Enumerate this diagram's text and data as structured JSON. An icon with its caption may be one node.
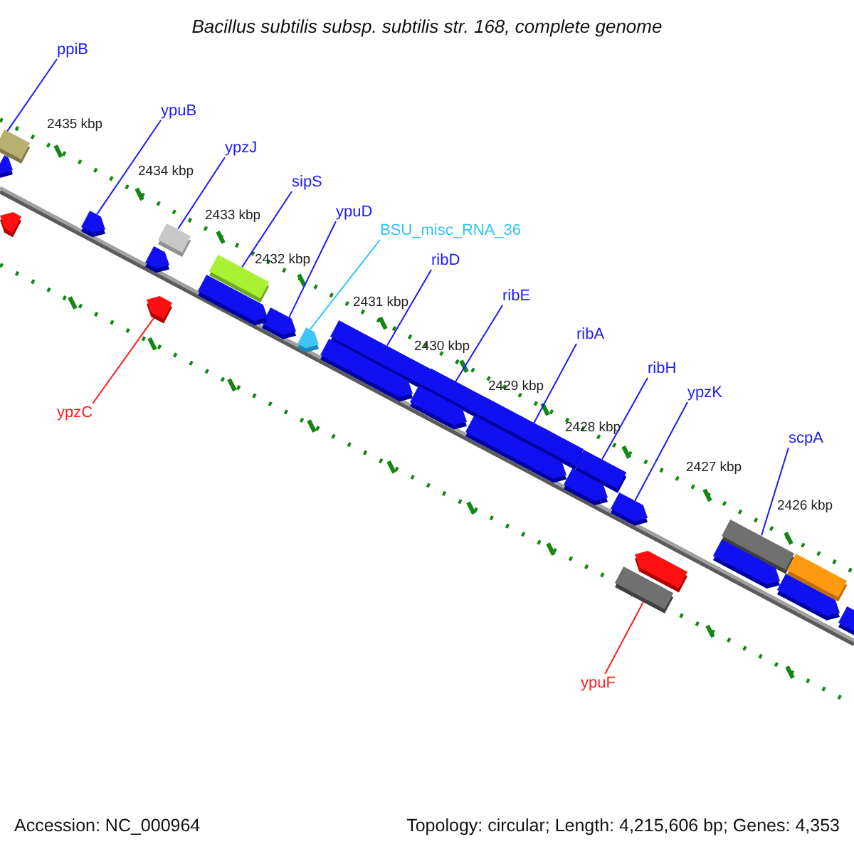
{
  "diagram": {
    "title": "Bacillus subtilis subsp. subtilis str. 168, complete genome",
    "nodes": [
      {
        "text": [
          "ppiB"
        ]
      },
      {
        "text": [],
        "shape": "bar"
      },
      {
        "text": [
          "ypuB"
        ]
      },
      {
        "text": [],
        "shape": "pentagon"
      },
      {
        "text": [
          "ypzJ"
        ]
      },
      {
        "text": [],
        "shape": "bar"
      },
      {
        "text": [
          "sipS"
        ]
      },
      {
        "text": [],
        "shape": "bar"
      },
      {
        "text": [
          "ypuD"
        ]
      },
      {
        "text": [],
        "shape": "pentagon"
      },
      {
        "text": [
          "BSU_misc_RNA_36"
        ]
      },
      {
        "text": [],
        "shape": "pentagon"
      },
      {
        "text": [
          "ribD"
        ]
      },
      {
        "text": [],
        "shape": "bar"
      },
      {
        "text": [
          "ribE"
        ]
      },
      {
        "text": [],
        "shape": "bar"
      },
      {
        "text": [
          "ribA"
        ]
      },
      {
        "text": [],
        "shape": "bar"
      },
      {
        "text": [
          "ribH"
        ]
      },
      {
        "text": [],
        "shape": "bar"
      },
      {
        "text": [
          "ypzK"
        ]
      },
      {
        "text": [],
        "shape": "pentagon"
      },
      {
        "text": [
          "ypzC"
        ]
      },
      {
        "text": [],
        "shape": "pentagon"
      },
      {
        "text": [
          "scpA"
        ]
      },
      {
        "text": [],
        "shape": "bar"
      },
      {
        "text": [
          "ypuF"
        ]
      },
      {
        "text": [],
        "shape": "bar"
      },
      {
        "text": [],
        "shape": "pentagon"
      },
      {
        "text": [],
        "shape": "pentagon"
      },
      {
        "text": [],
        "shape": "pentagon"
      },
      {
        "text": [],
        "shape": "pentagon"
      },
      {
        "text": [],
        "shape": "pentagon"
      },
      {
        "text": [],
        "shape": "pentagon"
      },
      {
        "text": [],
        "shape": "pentagon"
      },
      {
        "text": [],
        "shape": "pentagon"
      },
      {
        "text": [],
        "shape": "pentagon"
      },
      {
        "text": [],
        "shape": "pentagon"
      },
      {
        "text": [],
        "shape": "pentagon"
      },
      {
        "text": [],
        "shape": "bar"
      },
      {
        "text": [],
        "shape": "pentagon"
      }
    ],
    "edges": [
      {
        "from": 0,
        "to": 1,
        "arrow": "none"
      },
      {
        "from": 2,
        "to": 3,
        "arrow": "none"
      },
      {
        "from": 4,
        "to": 5,
        "arrow": "none"
      },
      {
        "from": 6,
        "to": 7,
        "arrow": "none"
      },
      {
        "from": 8,
        "to": 9,
        "arrow": "none"
      },
      {
        "from": 10,
        "to": 11,
        "arrow": "none",
        "color": "#33c4f4"
      },
      {
        "from": 12,
        "to": 13,
        "arrow": "none"
      },
      {
        "from": 14,
        "to": 15,
        "arrow": "none"
      },
      {
        "from": 16,
        "to": 17,
        "arrow": "none"
      },
      {
        "from": 18,
        "to": 19,
        "arrow": "none"
      },
      {
        "from": 20,
        "to": 21,
        "arrow": "none"
      },
      {
        "from": 22,
        "to": 23,
        "arrow": "none",
        "color": "#ff1a1a"
      },
      {
        "from": 24,
        "to": 25,
        "arrow": "none"
      },
      {
        "from": 26,
        "to": 27,
        "arrow": "none",
        "color": "#ff1a1a"
      }
    ],
    "labels": [
      "2435 kbp",
      "2434 kbp",
      "2433 kbp",
      "2432 kbp",
      "2431 kbp",
      "2430 kbp",
      "2429 kbp",
      "2428 kbp",
      "2427 kbp",
      "2426 kbp",
      "Accession: NC_000964",
      "Topology: circular; Length: 4,215,606 bp; Genes: 4,353"
    ]
  }
}
